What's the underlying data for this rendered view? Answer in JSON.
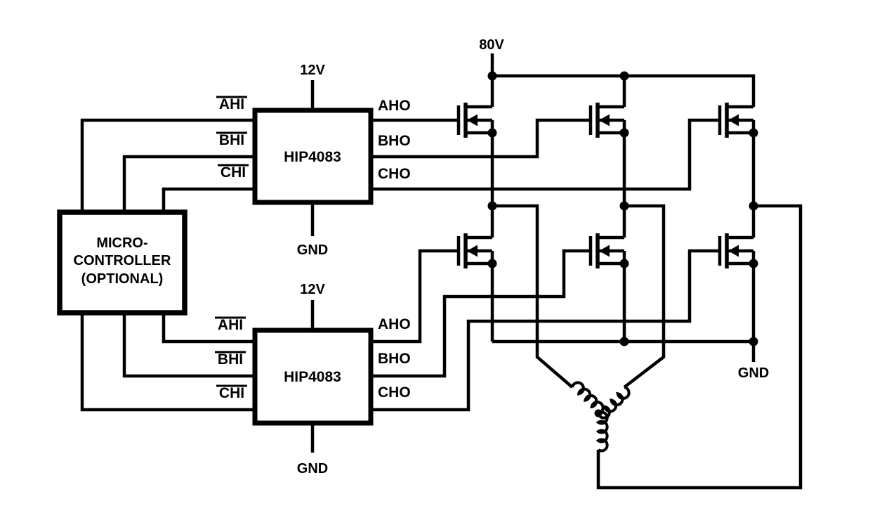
{
  "colors": {
    "ink": "#000000",
    "background": "#ffffff"
  },
  "microcontroller": {
    "label_line1": "MICRO-",
    "label_line2": "CONTROLLER",
    "label_line3": "(OPTIONAL)"
  },
  "drivers": {
    "top": "HIP4083",
    "bottom": "HIP4083"
  },
  "pins": {
    "ahi": "AHI",
    "bhi": "BHI",
    "chi": "CHI",
    "aho": "AHO",
    "bho": "BHO",
    "cho": "CHO"
  },
  "power": {
    "bus_voltage": "80V",
    "driver_supply": "12V",
    "ground": "GND"
  }
}
